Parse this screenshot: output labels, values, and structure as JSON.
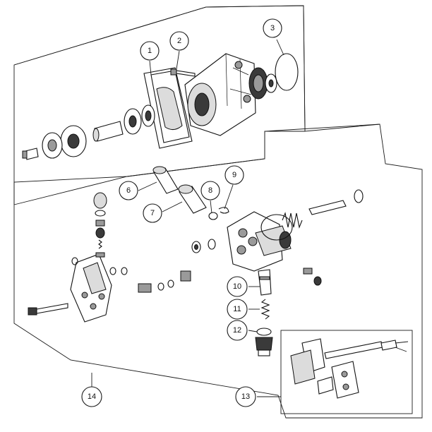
{
  "callouts": [
    {
      "id": "1",
      "label": "1"
    },
    {
      "id": "2",
      "label": "2"
    },
    {
      "id": "3",
      "label": "3"
    },
    {
      "id": "6",
      "label": "6"
    },
    {
      "id": "7",
      "label": "7"
    },
    {
      "id": "8",
      "label": "8"
    },
    {
      "id": "9",
      "label": "9"
    },
    {
      "id": "10",
      "label": "10"
    },
    {
      "id": "11",
      "label": "11"
    },
    {
      "id": "12",
      "label": "12"
    },
    {
      "id": "13",
      "label": "13"
    },
    {
      "id": "14",
      "label": "14"
    }
  ],
  "colors": {
    "line": "#1a1a1a",
    "background": "#ffffff",
    "shade_dark": "#3a3a3a",
    "shade_mid": "#9a9a9a",
    "shade_light": "#dcdcdc"
  }
}
